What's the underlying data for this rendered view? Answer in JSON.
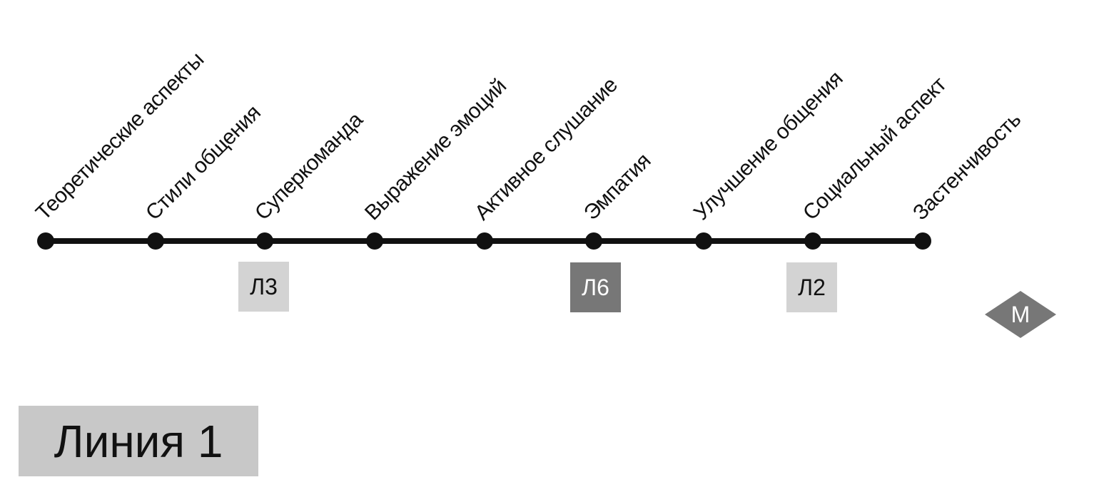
{
  "line": {
    "title": "Линия 1",
    "line_color": "#111111",
    "stations": [
      "Теоретические аспекты",
      "Стили общения",
      "Суперкоманда",
      "Выражение эмоций",
      "Активное слушание",
      "Эмпатия",
      "Улучшение общения",
      "Социальный аспект",
      "Застенчивость"
    ]
  },
  "transfers": [
    {
      "label": "Л3",
      "station": "Суперкоманда",
      "color": "#d3d3d3"
    },
    {
      "label": "Л6",
      "station": "Эмпатия",
      "color": "#777777"
    },
    {
      "label": "Л2",
      "station": "Социальный аспект",
      "color": "#d3d3d3"
    }
  ],
  "metro_sign": {
    "label": "M",
    "color": "#777777"
  }
}
